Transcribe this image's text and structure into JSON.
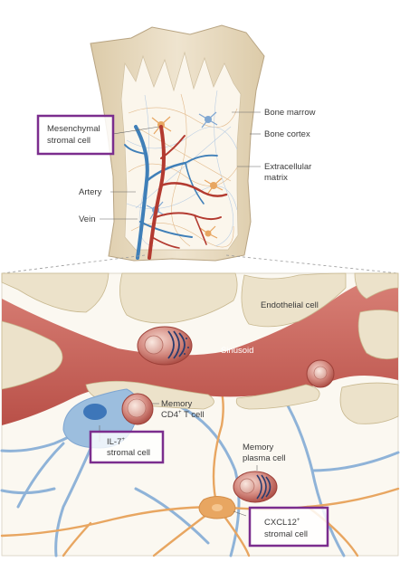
{
  "top_panel": {
    "labels": {
      "bone_marrow": "Bone marrow",
      "bone_cortex": "Bone cortex",
      "extracellular_matrix_line1": "Extracellular",
      "extracellular_matrix_line2": "matrix",
      "artery": "Artery",
      "vein": "Vein",
      "mesenchymal_line1": "Mesenchymal",
      "mesenchymal_line2": "stromal cell"
    }
  },
  "bottom_panel": {
    "labels": {
      "endothelial_cell": "Endothelial cell",
      "sinusoid": "Sinusoid",
      "memory_cd4_line1": "Memory",
      "memory_cd4_line2_pre": "CD4",
      "memory_cd4_line2_sup": "+",
      "memory_cd4_line2_post": " T cell",
      "il7_line1_pre": "IL-7",
      "il7_line1_sup": "+",
      "il7_line2": "stromal cell",
      "memory_plasma_line1": "Memory",
      "memory_plasma_line2": "plasma cell",
      "cxcl12_line1_pre": "CXCL12",
      "cxcl12_line1_sup": "+",
      "cxcl12_line2": "stromal cell"
    }
  },
  "colors": {
    "highlight_box": "#7b2d8e",
    "bone": "#e9dcc6",
    "bone_outline": "#b8a482",
    "marrow": "#fbf6ec",
    "artery": "#b33a30",
    "vein": "#3f7fb8",
    "sinusoid": "#c76a62",
    "endothelial": "#ece2ca",
    "stromal_blue": "#9cbede",
    "stromal_orange": "#e8a661"
  }
}
